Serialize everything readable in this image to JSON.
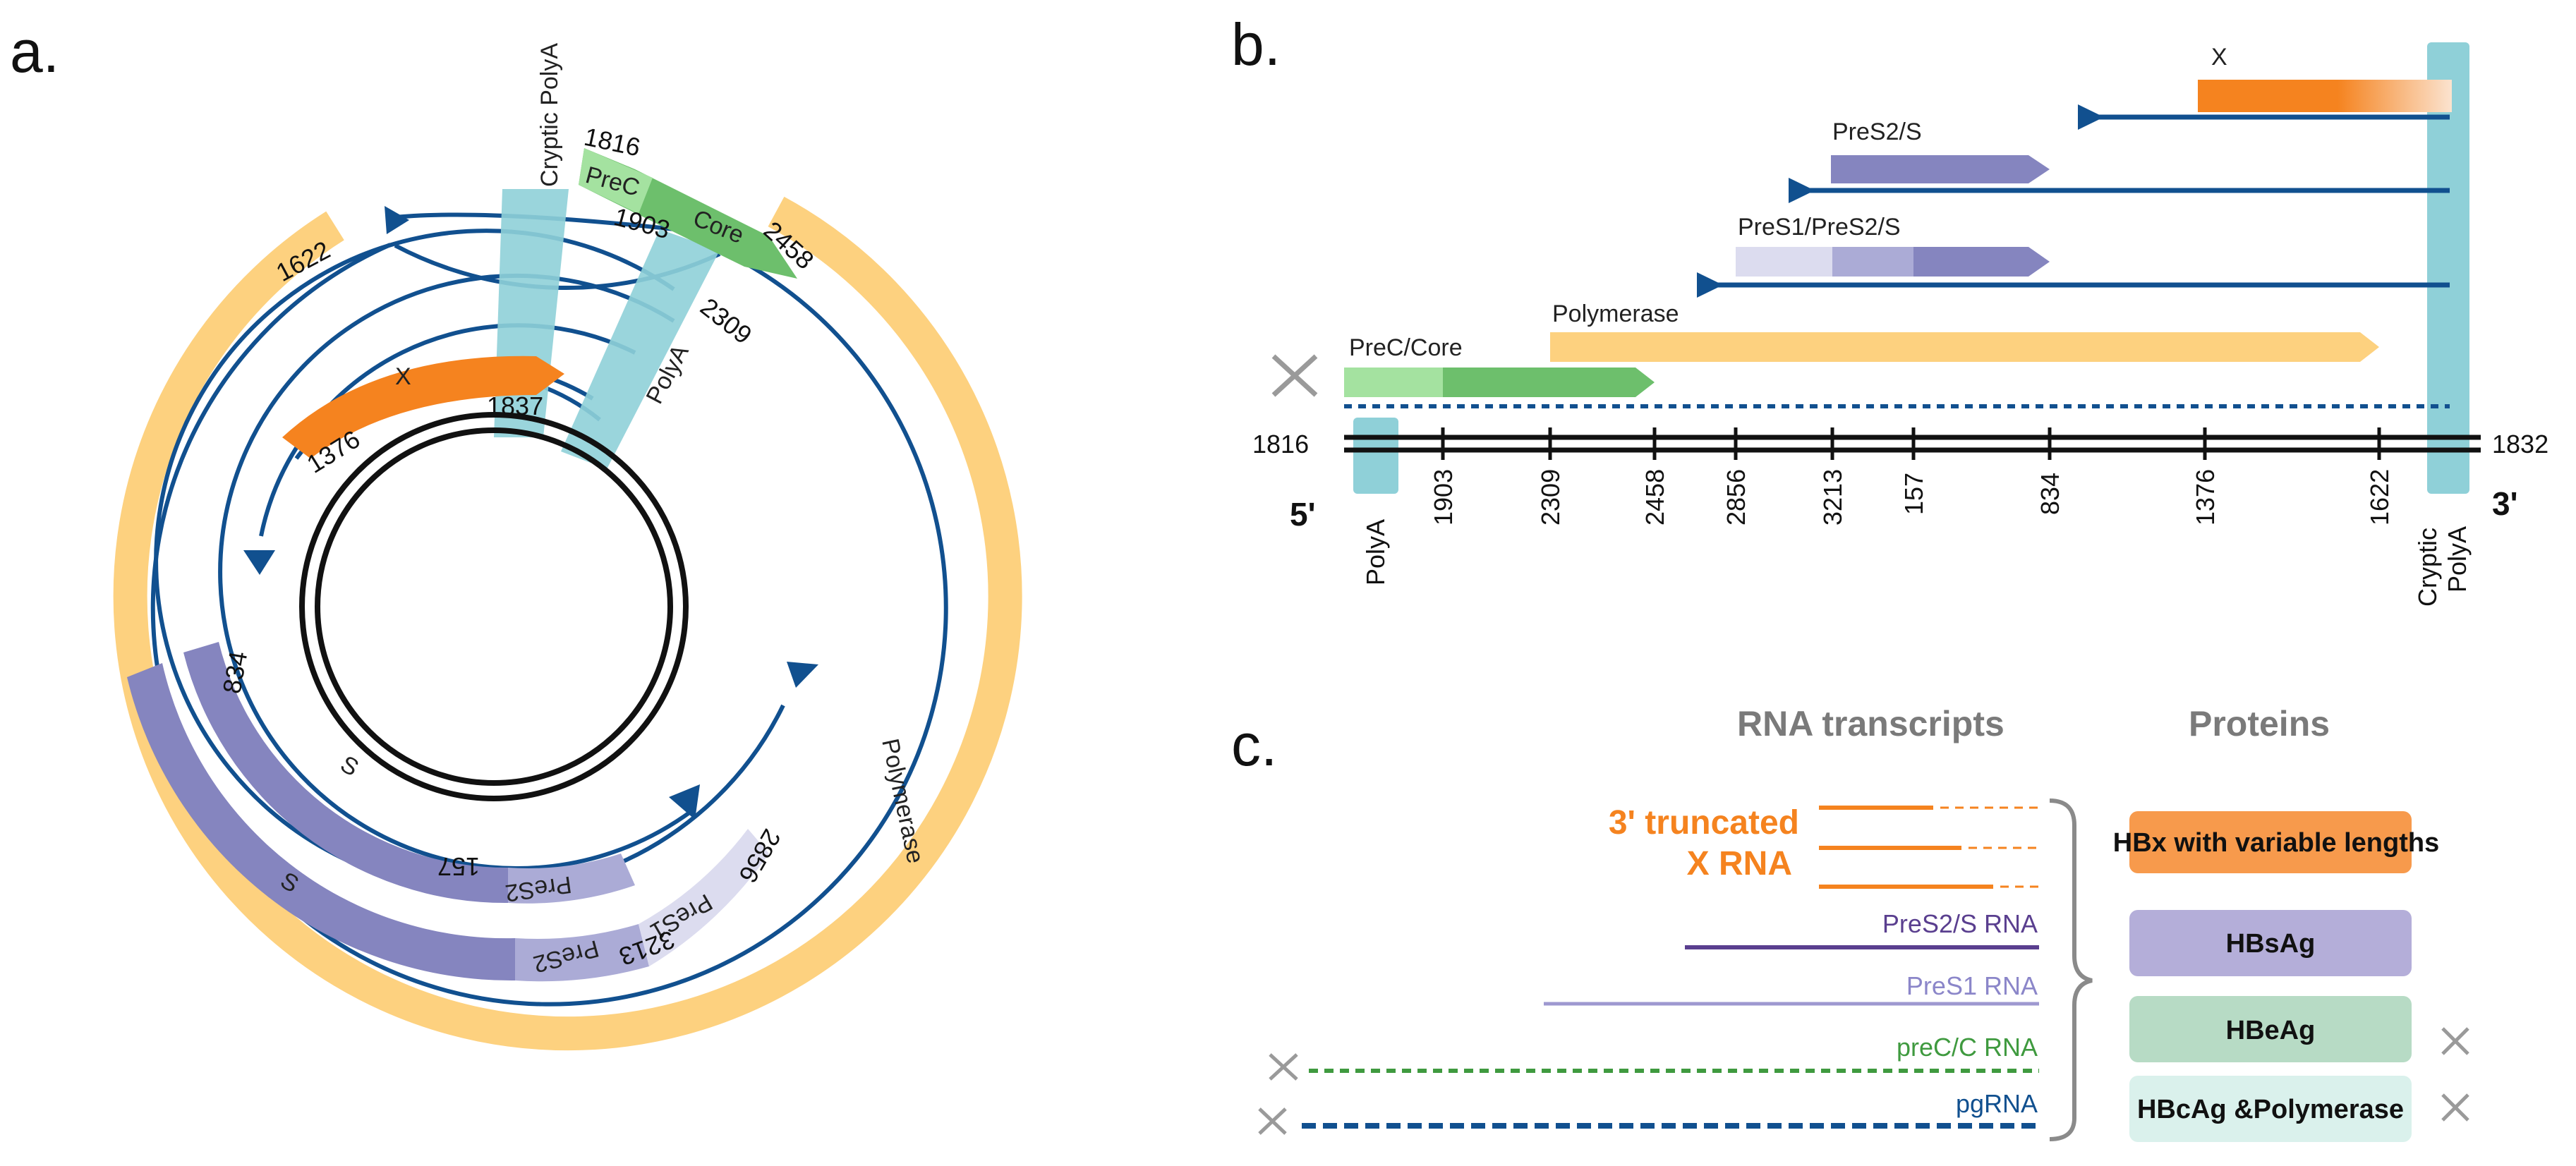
{
  "panels": {
    "a": "a.",
    "b": "b.",
    "c": "c."
  },
  "panel_a": {
    "labels": {
      "cryptic_polya": "Cryptic PolyA",
      "polya": "PolyA",
      "prec": "PreC",
      "core": "Core",
      "x": "X",
      "polymerase": "Polymerase",
      "s_inner": "S",
      "s_outer": "S",
      "pres2_inner": "PreS2",
      "pres2_outer": "PreS2",
      "pres1": "PreS1"
    },
    "numbers": {
      "n1816": "1816",
      "n1903": "1903",
      "n2458": "2458",
      "n2309": "2309",
      "n1622": "1622",
      "n1837": "1837",
      "n1376": "1376",
      "n834": "834",
      "n157": "157",
      "n3213": "3213",
      "n2856": "2856"
    }
  },
  "panel_b": {
    "labels": {
      "x": "X",
      "pres2s": "PreS2/S",
      "pres1pres2s": "PreS1/PreS2/S",
      "polymerase": "Polymerase",
      "precore": "PreC/Core",
      "polya": "PolyA",
      "cryptic": "Cryptic",
      "cryptic_polya": "PolyA",
      "five_prime": "5'",
      "three_prime": "3'",
      "left_end": "1816",
      "right_end": "1832"
    },
    "ticks": [
      "1903",
      "2309",
      "2458",
      "2856",
      "3213",
      "157",
      "834",
      "1376",
      "1622"
    ]
  },
  "panel_c": {
    "headers": {
      "rna": "RNA transcripts",
      "proteins": "Proteins"
    },
    "truncated_x_line1": "3' truncated",
    "truncated_x_line2": "X RNA",
    "rnas": {
      "pres2s": "PreS2/S RNA",
      "pres1": "PreS1 RNA",
      "prec": "preC/C RNA",
      "pg": "pgRNA"
    },
    "proteins": {
      "hbx": "HBx with variable lengths",
      "hbsag": "HBsAg",
      "hbeag": "HBeAg",
      "hbcag": "HBcAg &Polymerase"
    }
  },
  "colors": {
    "orange": "#f5831f",
    "polymerase_yellow": "#fdd17f",
    "blue": "#11508f",
    "cyan": "#8fd0d8",
    "purple_dark": "#8585bf",
    "purple_mid": "#ababd6",
    "purple_light": "#dcdcef",
    "green_light": "#a4e2a0",
    "green_dark": "#6dbf6c",
    "gray_x": "#9a9a9a",
    "hbsag_box": "#b4aed9",
    "hbeag_box": "#b7dbc5",
    "hbcag_box": "#daf1ec",
    "hbx_box": "#f79a4c"
  }
}
